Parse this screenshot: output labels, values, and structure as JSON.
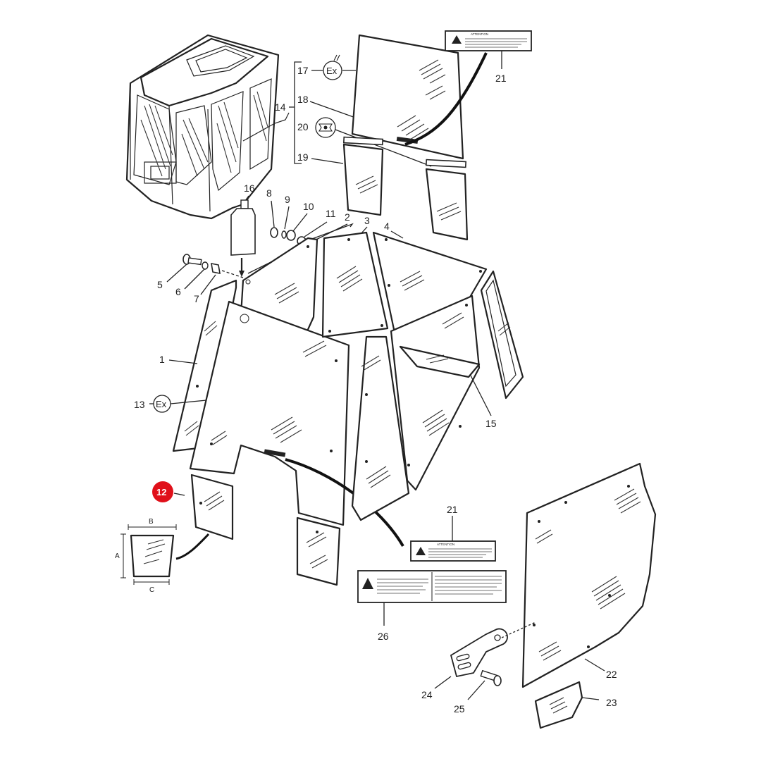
{
  "callouts": {
    "c1": "1",
    "c2": "2",
    "c3": "3",
    "c4": "4",
    "c5": "5",
    "c6": "6",
    "c7": "7",
    "c8": "8",
    "c9": "9",
    "c10": "10",
    "c11": "11",
    "c12": "12",
    "c13": "13",
    "c14": "14",
    "c15": "15",
    "c16": "16",
    "c17": "17",
    "c18": "18",
    "c19": "19",
    "c20": "20",
    "c21a": "21",
    "c21b": "21",
    "c22": "22",
    "c23": "23",
    "c24": "24",
    "c25": "25",
    "c26": "26"
  },
  "symbols": {
    "ex_1": "Ex",
    "ex_2": "Ex"
  },
  "dimensions": {
    "a": "A",
    "b": "B",
    "c": "C"
  },
  "labels": {
    "attention_1": "ATTENTION",
    "attention_2": "ATTENTION"
  },
  "colors": {
    "highlight": "#e0101a",
    "line": "#222222",
    "background": "#ffffff"
  }
}
